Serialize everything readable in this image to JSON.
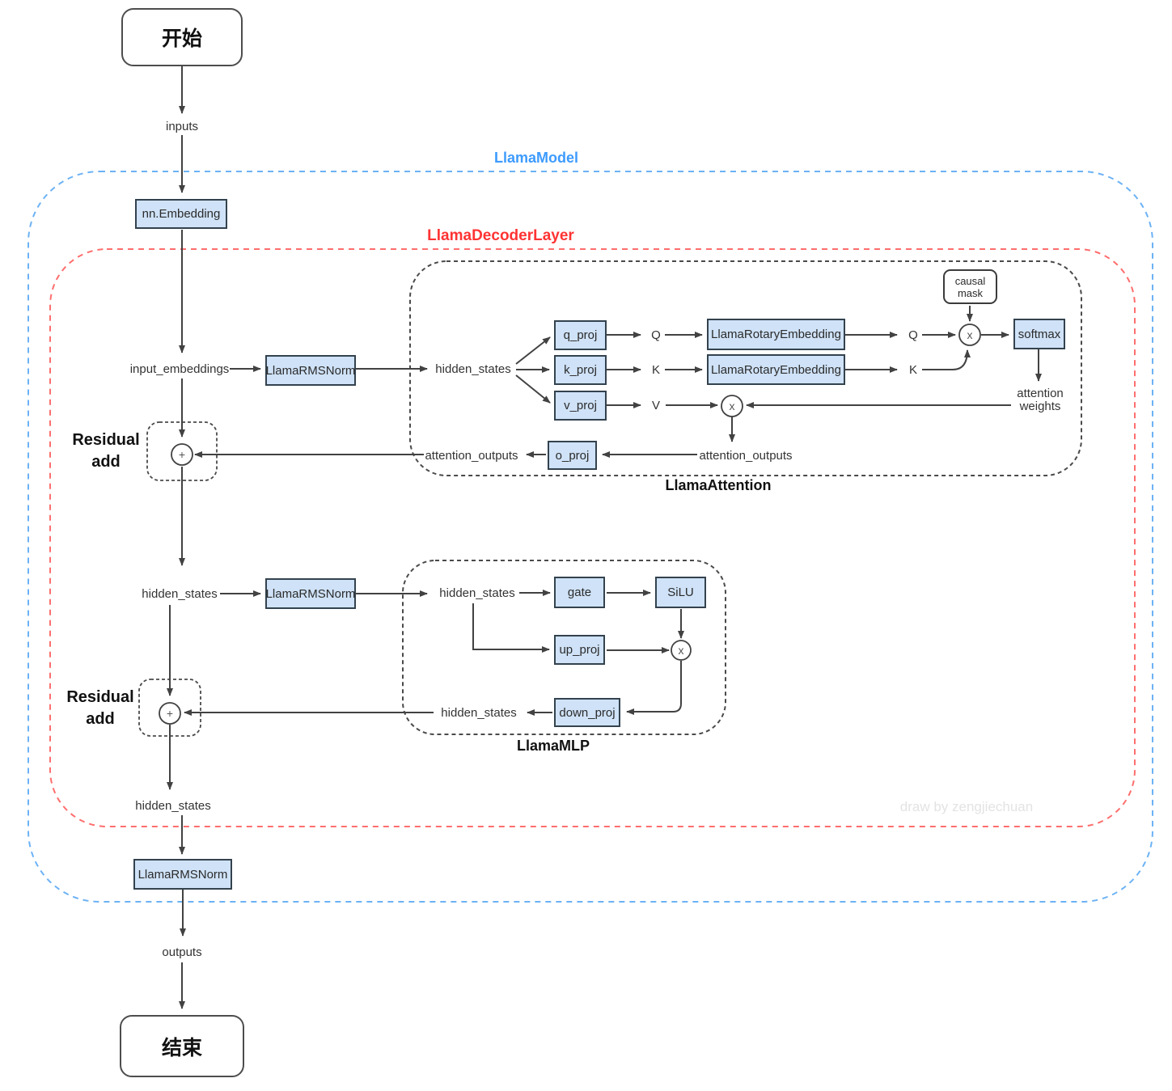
{
  "watermark": "draw by zengjiechuan",
  "terminals": {
    "start": "开始",
    "end": "结束"
  },
  "containers": {
    "model": {
      "label": "LlamaModel"
    },
    "decoder": {
      "label": "LlamaDecoderLayer"
    },
    "attention": {
      "label": "LlamaAttention"
    },
    "mlp": {
      "label": "LlamaMLP"
    }
  },
  "blocks": {
    "embedding": "nn.Embedding",
    "rmsnorm1": "LlamaRMSNorm",
    "rmsnorm2": "LlamaRMSNorm",
    "rmsnorm_final": "LlamaRMSNorm",
    "q_proj": "q_proj",
    "k_proj": "k_proj",
    "v_proj": "v_proj",
    "o_proj": "o_proj",
    "rotary_q": "LlamaRotaryEmbedding",
    "rotary_k": "LlamaRotaryEmbedding",
    "softmax": "softmax",
    "gate": "gate",
    "silu": "SiLU",
    "up_proj": "up_proj",
    "down_proj": "down_proj"
  },
  "causal_mask": {
    "line1": "causal",
    "line2": "mask"
  },
  "edge_labels": {
    "inputs": "inputs",
    "input_embeddings": "input_embeddings",
    "hidden_states": "hidden_states",
    "attention_outputs": "attention_outputs",
    "outputs": "outputs",
    "q": "Q",
    "k": "K",
    "v": "V",
    "attention_weights_line1": "attention",
    "attention_weights_line2": "weights"
  },
  "residual": {
    "line1": "Residual",
    "line2": "add"
  },
  "operators": {
    "add": "+",
    "multiply": "x"
  },
  "colors": {
    "model_dash": "#6cb2f5",
    "model_label": "#3d9bff",
    "decoder_dash": "#ff6e6e",
    "decoder_label": "#ff3333",
    "inner_dash": "#4a4a4a",
    "block_fill": "#cfe2f7",
    "block_border": "#33424e",
    "edge": "#424242",
    "watermark": "#e3e3e3"
  }
}
